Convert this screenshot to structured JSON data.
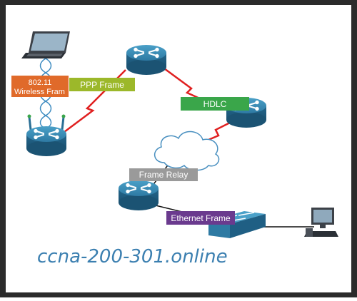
{
  "labels": {
    "wireless": [
      "802.11",
      "Wireless Fram"
    ],
    "ppp": "PPP Frame",
    "hdlc": "HDLC",
    "frame_relay": "Frame Relay",
    "ethernet": "Ethernet Frame"
  },
  "watermark": "ccna-200-301.online",
  "colors": {
    "frame": "#2b2b2b",
    "wan_link": "#e02020",
    "wireless_label": "#e06a2a",
    "ppp_label": "#9cb82a",
    "hdlc_label": "#3aa64a",
    "frame_relay_label": "#9a9a9a",
    "ethernet_label": "#6a3a8e",
    "router": "#2f7fa8",
    "watermark_text": "#3b7fb0"
  },
  "icons": [
    "laptop-icon",
    "wireless-router-icon",
    "router-icon",
    "cloud-icon",
    "switch-icon",
    "desktop-pc-icon"
  ]
}
